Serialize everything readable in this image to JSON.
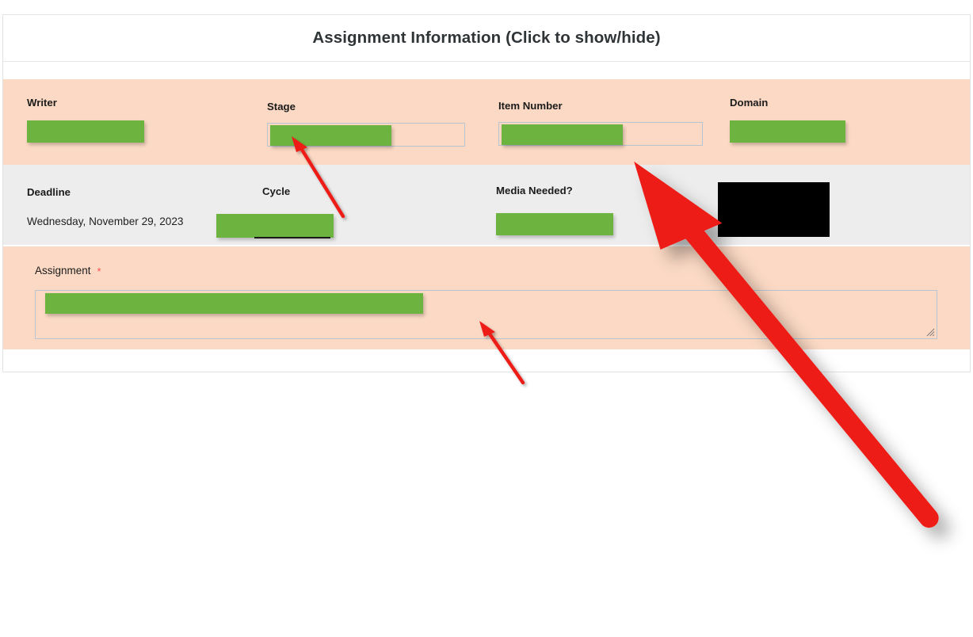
{
  "panel": {
    "title": "Assignment Information (Click to show/hide)"
  },
  "rows": {
    "row_one": {
      "fields": [
        {
          "label": "Writer",
          "redaction": "green",
          "has_input_border": false
        },
        {
          "label": "Stage",
          "redaction": "green",
          "has_input_border": true
        },
        {
          "label": "Item Number",
          "redaction": "green",
          "has_input_border": true
        },
        {
          "label": "Domain",
          "redaction": "green",
          "has_input_border": false
        }
      ]
    },
    "row_two": {
      "deadline_label": "Deadline",
      "deadline_value": "Wednesday, November 29, 2023",
      "cycle_label": "Cycle",
      "media_label": "Media Needed?"
    },
    "row_three": {
      "assignment_label": "Assignment",
      "required_marker": "*"
    }
  },
  "colors": {
    "peach_row": "#fbd9c4",
    "gray_row": "#ededed",
    "redaction_green": "#6cb33f",
    "redaction_black": "#000000",
    "arrow_red": "#ee1c18",
    "input_border": "#b9c4d1",
    "required_star": "#f4504a",
    "title_text": "#2f3437"
  },
  "annotations": {
    "arrows": [
      {
        "name": "arrow-to-stage-field",
        "points_to": "Stage"
      },
      {
        "name": "arrow-to-item-number-field",
        "points_to": "Item Number"
      },
      {
        "name": "arrow-to-assignment-field",
        "points_to": "Assignment"
      }
    ]
  }
}
